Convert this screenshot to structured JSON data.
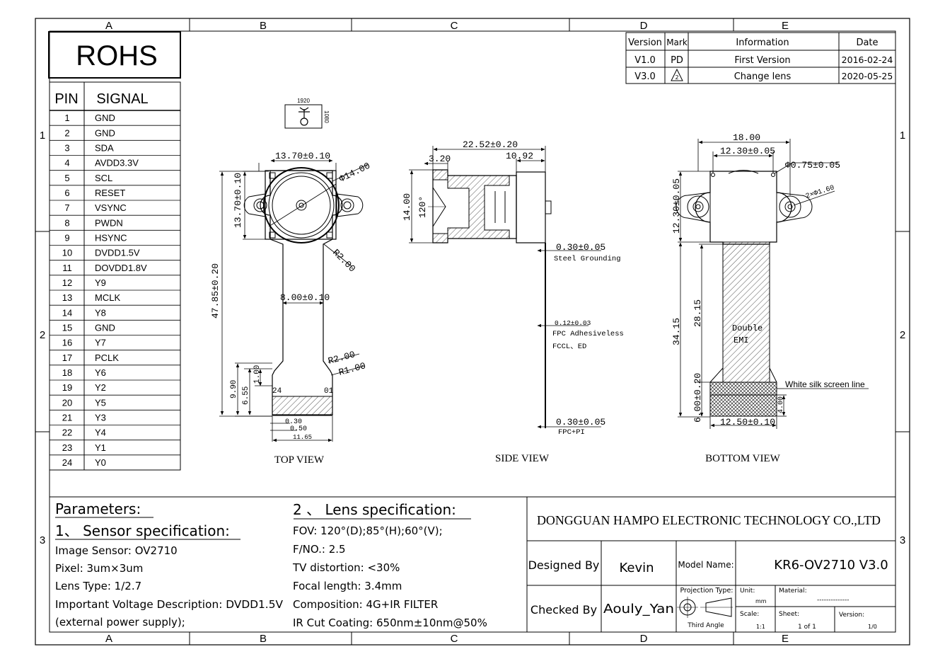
{
  "frame": {
    "columns": [
      "A",
      "B",
      "C",
      "D",
      "E"
    ],
    "rows": [
      "1",
      "2",
      "3"
    ]
  },
  "rohs": "ROHS",
  "pin_table": {
    "headers": [
      "PIN",
      "SIGNAL"
    ],
    "rows": [
      [
        "1",
        "GND"
      ],
      [
        "2",
        "GND"
      ],
      [
        "3",
        "SDA"
      ],
      [
        "4",
        "AVDD3.3V"
      ],
      [
        "5",
        "SCL"
      ],
      [
        "6",
        "RESET"
      ],
      [
        "7",
        "VSYNC"
      ],
      [
        "8",
        "PWDN"
      ],
      [
        "9",
        "HSYNC"
      ],
      [
        "10",
        "DVDD1.5V"
      ],
      [
        "11",
        "DOVDD1.8V"
      ],
      [
        "12",
        "Y9"
      ],
      [
        "13",
        "MCLK"
      ],
      [
        "14",
        "Y8"
      ],
      [
        "15",
        "GND"
      ],
      [
        "16",
        "Y7"
      ],
      [
        "17",
        "PCLK"
      ],
      [
        "18",
        "Y6"
      ],
      [
        "19",
        "Y2"
      ],
      [
        "20",
        "Y5"
      ],
      [
        "21",
        "Y3"
      ],
      [
        "22",
        "Y4"
      ],
      [
        "23",
        "Y1"
      ],
      [
        "24",
        "Y0"
      ]
    ]
  },
  "revision": {
    "headers": [
      "Version",
      "Mark",
      "Information",
      "Date"
    ],
    "rows": [
      {
        "version": "V1.0",
        "mark": "PD",
        "info": "First Version",
        "date": "2016-02-24"
      },
      {
        "version": "V3.0",
        "mark": "2",
        "info": "Change lens",
        "date": "2020-05-25"
      }
    ]
  },
  "orientation": {
    "w": "1920",
    "h": "1080"
  },
  "top_view": {
    "label": "TOP VIEW",
    "dims": {
      "width": "13.70±0.10",
      "diameter": "Φ14.00",
      "height": "13.70±0.10",
      "overall": "47.85±0.20",
      "r200": "R2.00",
      "fpc_w": "8.00±0.10",
      "r2": "R2.00",
      "r1": "R1.00",
      "d990": "9.90",
      "d655": "6.55",
      "d100": "1.00",
      "pin24": "24",
      "pin01": "01",
      "d030": "0.30",
      "d050": "0.50",
      "d1165": "11.65"
    }
  },
  "side_view": {
    "label": "SIDE VIEW",
    "dims": {
      "total": "22.52±0.20",
      "d320": "3.20",
      "d1092": "10.92",
      "d1400": "14.00",
      "angle": "120°",
      "t1": "0.30±0.05",
      "t1_note": "Steel Grounding",
      "t2": "0.12±0.03",
      "t2_note1": "FPC Adhesiveless",
      "t2_note2": "FCCL、ED",
      "t3": "0.30±0.05",
      "t3_note": "FPC+PI"
    }
  },
  "bottom_view": {
    "label": "BOTTOM VIEW",
    "dims": {
      "total": "18.00",
      "hole_pitch": "12.30±0.05",
      "small_hole": "Φ0.75±0.05",
      "holes": "2×Φ1.60",
      "h1230": "12.30±0.05",
      "h3415": "34.15",
      "h2815": "28.15",
      "h600": "6.00±0.20",
      "h400": "4.00",
      "w1250": "12.50±0.10",
      "emi1": "Double",
      "emi2": "EMI",
      "silk": "White silk screen line"
    }
  },
  "parameters": {
    "title": "Parameters:",
    "sensor_title": "1、 Sensor specification:",
    "sensor_lines": [
      "Image Sensor:  OV2710",
      "Pixel:  3um×3um",
      "Lens Type:  1/2.7",
      "Important Voltage Description: DVDD1.5V",
      "(external power supply);"
    ],
    "lens_title": "2 、 Lens specification:",
    "lens_lines": [
      "FOV:  120°(D);85°(H);60°(V);",
      "F/NO.:  2.5",
      "TV distortion:  <30%",
      "Focal length:  3.4mm",
      "Composition:  4G+IR  FILTER",
      "IR Cut Coating:  650nm±10nm@50%"
    ]
  },
  "title_block": {
    "company": "DONGGUAN HAMPO ELECTRONIC TECHNOLOGY CO.,LTD",
    "designed_by_label": "Designed By",
    "designed_by": "Kevin",
    "checked_by_label": "Checked By",
    "checked_by": "Aouly_Yan",
    "model_name_label": "Model Name:",
    "model_name": "KR6-OV2710 V3.0",
    "projection_label": "Projection Type:",
    "projection": "Third Angle",
    "unit_label": "Unit:",
    "unit": "mm",
    "material_label": "Material:",
    "material": "--------------",
    "scale_label": "Scale:",
    "scale": "1:1",
    "sheet_label": "Sheet:",
    "sheet": "1 of 1",
    "version_label": "Version:",
    "version": "1/0"
  }
}
